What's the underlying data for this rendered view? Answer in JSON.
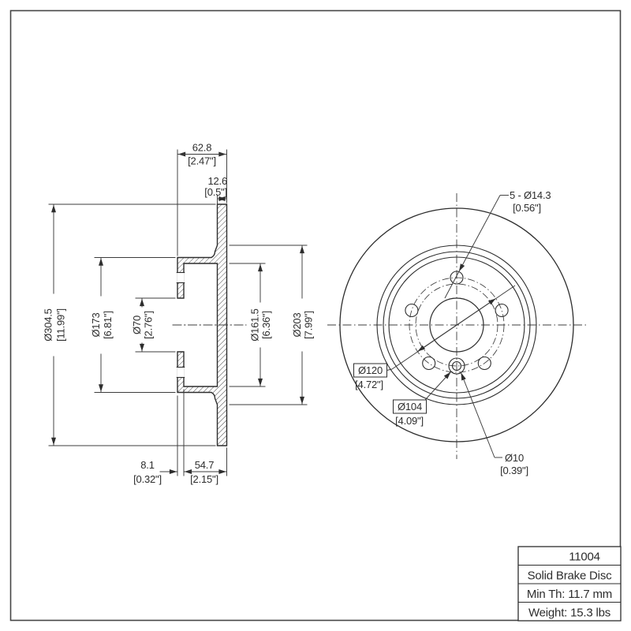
{
  "section_view": {
    "overall_width": {
      "mm": "62.8",
      "inch": "[2.47\"]"
    },
    "plate_thickness": {
      "mm": "12.6",
      "inch": "[0.5\"]"
    },
    "outer_diameter": {
      "mm": "Ø304.5",
      "inch": "[11.99\"]"
    },
    "hat_diameter": {
      "mm": "Ø173",
      "inch": "[6.81\"]"
    },
    "center_bore": {
      "mm": "Ø70",
      "inch": "[2.76\"]"
    },
    "hat_inner_diameter": {
      "mm": "Ø161.5",
      "inch": "[6.36\"]"
    },
    "friction_inner_diameter": {
      "mm": "Ø203",
      "inch": "[7.99\"]"
    },
    "hub_thickness": {
      "mm": "8.1",
      "inch": "[0.32\"]"
    },
    "hat_depth": {
      "mm": "54.7",
      "inch": "[2.15\"]"
    }
  },
  "front_view": {
    "bolt_holes": {
      "mm": "5 - Ø14.3",
      "inch": "[0.56\"]"
    },
    "bolt_circle": {
      "mm": "Ø120",
      "inch": "[4.72\"]"
    },
    "locating_circle": {
      "mm": "Ø104",
      "inch": "[4.09\"]"
    },
    "locating_hole": {
      "mm": "Ø10",
      "inch": "[0.39\"]"
    }
  },
  "title_block": {
    "part_number": "11004",
    "product_type": "Solid Brake Disc",
    "min_thickness": "Min Th: 11.7 mm",
    "weight": "Weight: 15.3 lbs"
  },
  "colors": {
    "line": "#2d2d2d",
    "thin_line": "#3c3c3c",
    "background": "#ffffff"
  }
}
